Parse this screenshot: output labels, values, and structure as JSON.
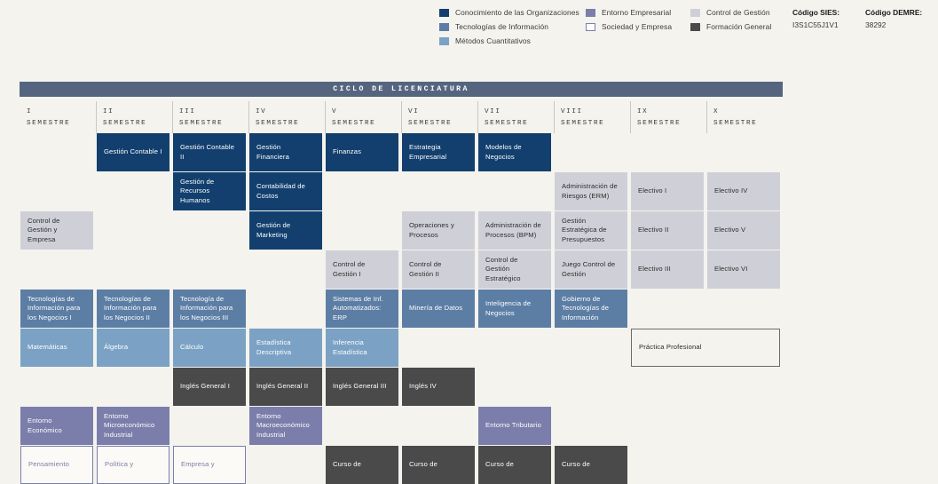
{
  "legend": {
    "columns": [
      {
        "items": [
          {
            "label": "Conocimiento de las Organizaciones",
            "color": "#123f6e",
            "key": "conoc"
          },
          {
            "label": "Tecnologías de Información",
            "color": "#5c7ea5",
            "key": "tecno"
          },
          {
            "label": "Métodos Cuantitativos",
            "color": "#7ba2c4",
            "key": "metod"
          }
        ]
      },
      {
        "items": [
          {
            "label": "Entorno Empresarial",
            "color": "#7b7eaa",
            "key": "entorno"
          },
          {
            "label": "Sociedad y Empresa",
            "color": "#ffffff",
            "key": "sociedad"
          }
        ]
      },
      {
        "items": [
          {
            "label": "Control de Gestión",
            "color": "#cfd0d7",
            "key": "control"
          },
          {
            "label": "Formación General",
            "color": "#4a4a4a",
            "key": "general"
          }
        ]
      }
    ]
  },
  "codes": {
    "sies_title": "Código SIES:",
    "sies_value": "I3S1C55J1V1",
    "demre_title": "Código DEMRE:",
    "demre_value": "38292"
  },
  "cycle": {
    "title": "CICLO DE LICENCIATURA"
  },
  "semesters": [
    {
      "roman": "I",
      "word": "SEMESTRE"
    },
    {
      "roman": "II",
      "word": "SEMESTRE"
    },
    {
      "roman": "III",
      "word": "SEMESTRE"
    },
    {
      "roman": "IV",
      "word": "SEMESTRE"
    },
    {
      "roman": "V",
      "word": "SEMESTRE"
    },
    {
      "roman": "VI",
      "word": "SEMESTRE"
    },
    {
      "roman": "VII",
      "word": "SEMESTRE"
    },
    {
      "roman": "VIII",
      "word": "SEMESTRE"
    },
    {
      "roman": "IX",
      "word": "SEMESTRE"
    },
    {
      "roman": "X",
      "word": "SEMESTRE"
    }
  ],
  "courses": [
    {
      "name": "Gestión Contable I",
      "col": 2,
      "row": 1,
      "cat": "conoc"
    },
    {
      "name": "Gestión Contable II",
      "col": 3,
      "row": 1,
      "cat": "conoc"
    },
    {
      "name": "Gestión Financiera",
      "col": 4,
      "row": 1,
      "cat": "conoc"
    },
    {
      "name": "Finanzas",
      "col": 5,
      "row": 1,
      "cat": "conoc"
    },
    {
      "name": "Estrategia Empresarial",
      "col": 6,
      "row": 1,
      "cat": "conoc"
    },
    {
      "name": "Modelos de Negocios",
      "col": 7,
      "row": 1,
      "cat": "conoc"
    },
    {
      "name": "Gestión de Recursos Humanos",
      "col": 3,
      "row": 2,
      "cat": "conoc"
    },
    {
      "name": "Contabilidad de Costos",
      "col": 4,
      "row": 2,
      "cat": "conoc"
    },
    {
      "name": "Administración de Riesgos (ERM)",
      "col": 8,
      "row": 2,
      "cat": "control"
    },
    {
      "name": "Electivo I",
      "col": 9,
      "row": 2,
      "cat": "control"
    },
    {
      "name": "Electivo IV",
      "col": 10,
      "row": 2,
      "cat": "control"
    },
    {
      "name": "Control de Gestión y Empresa",
      "col": 1,
      "row": 3,
      "cat": "control"
    },
    {
      "name": "Gestión de Marketing",
      "col": 4,
      "row": 3,
      "cat": "conoc"
    },
    {
      "name": "Operaciones y Procesos",
      "col": 6,
      "row": 3,
      "cat": "control"
    },
    {
      "name": "Administración de Procesos (BPM)",
      "col": 7,
      "row": 3,
      "cat": "control"
    },
    {
      "name": "Gestión Estratégica de Presupuestos",
      "col": 8,
      "row": 3,
      "cat": "control"
    },
    {
      "name": "Electivo II",
      "col": 9,
      "row": 3,
      "cat": "control"
    },
    {
      "name": "Electivo V",
      "col": 10,
      "row": 3,
      "cat": "control"
    },
    {
      "name": "Control de Gestión I",
      "col": 5,
      "row": 4,
      "cat": "control"
    },
    {
      "name": "Control de Gestión II",
      "col": 6,
      "row": 4,
      "cat": "control"
    },
    {
      "name": "Control de Gestión Estratégico",
      "col": 7,
      "row": 4,
      "cat": "control"
    },
    {
      "name": "Juego Control de Gestión",
      "col": 8,
      "row": 4,
      "cat": "control"
    },
    {
      "name": "Electivo III",
      "col": 9,
      "row": 4,
      "cat": "control"
    },
    {
      "name": "Electivo VI",
      "col": 10,
      "row": 4,
      "cat": "control"
    },
    {
      "name": "Tecnologías de Información para los Negocios I",
      "col": 1,
      "row": 5,
      "cat": "tecno"
    },
    {
      "name": "Tecnologías de Información para los Negocios II",
      "col": 2,
      "row": 5,
      "cat": "tecno"
    },
    {
      "name": "Tecnología de Información para los Negocios III",
      "col": 3,
      "row": 5,
      "cat": "tecno"
    },
    {
      "name": "Sistemas de Inf. Automatizados: ERP",
      "col": 5,
      "row": 5,
      "cat": "tecno"
    },
    {
      "name": "Minería de Datos",
      "col": 6,
      "row": 5,
      "cat": "tecno"
    },
    {
      "name": "Inteligencia de Negocios",
      "col": 7,
      "row": 5,
      "cat": "tecno"
    },
    {
      "name": "Gobierno de Tecnologías de Información",
      "col": 8,
      "row": 5,
      "cat": "tecno"
    },
    {
      "name": "Matemáticas",
      "col": 1,
      "row": 6,
      "cat": "metod"
    },
    {
      "name": "Álgebra",
      "col": 2,
      "row": 6,
      "cat": "metod"
    },
    {
      "name": "Cálculo",
      "col": 3,
      "row": 6,
      "cat": "metod"
    },
    {
      "name": "Estadística Descriptiva",
      "col": 4,
      "row": 6,
      "cat": "metod"
    },
    {
      "name": "Inferencia Estadística",
      "col": 5,
      "row": 6,
      "cat": "metod"
    },
    {
      "name": "Inglés General I",
      "col": 3,
      "row": 7,
      "cat": "general"
    },
    {
      "name": "Inglés General II",
      "col": 4,
      "row": 7,
      "cat": "general"
    },
    {
      "name": "Inglés General III",
      "col": 5,
      "row": 7,
      "cat": "general"
    },
    {
      "name": "Inglés IV",
      "col": 6,
      "row": 7,
      "cat": "general"
    },
    {
      "name": "Entorno Económico",
      "col": 1,
      "row": 8,
      "cat": "entorno"
    },
    {
      "name": "Entorno Microeconómico Industrial",
      "col": 2,
      "row": 8,
      "cat": "entorno"
    },
    {
      "name": "Entorno Macroeconómico Industrial",
      "col": 4,
      "row": 8,
      "cat": "entorno"
    },
    {
      "name": "Entorno Tributario",
      "col": 7,
      "row": 8,
      "cat": "entorno"
    },
    {
      "name": "Pensamiento",
      "col": 1,
      "row": 9,
      "cat": "sociedad"
    },
    {
      "name": "Política y",
      "col": 2,
      "row": 9,
      "cat": "sociedad"
    },
    {
      "name": "Empresa y",
      "col": 3,
      "row": 9,
      "cat": "sociedad"
    },
    {
      "name": "Curso de",
      "col": 5,
      "row": 9,
      "cat": "general"
    },
    {
      "name": "Curso de",
      "col": 6,
      "row": 9,
      "cat": "general"
    },
    {
      "name": "Curso de",
      "col": 7,
      "row": 9,
      "cat": "general"
    },
    {
      "name": "Curso de",
      "col": 8,
      "row": 9,
      "cat": "general"
    }
  ],
  "practica": {
    "label": "Práctica Profesional",
    "col": 9,
    "span": 2,
    "row": 6
  }
}
